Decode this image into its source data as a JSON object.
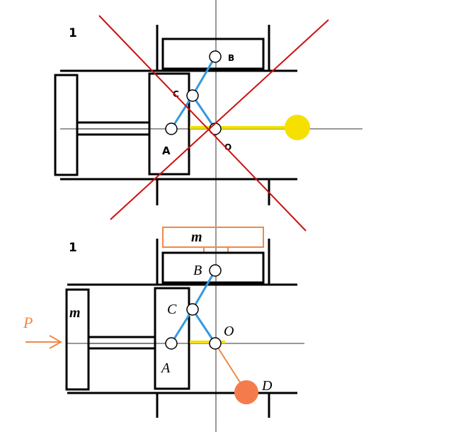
{
  "colors": {
    "structure": "#000000",
    "link": "#3399dd",
    "yellow_arm": "#f0e000",
    "yellow_ball": "#f5e000",
    "cross": "#cc1111",
    "accent": "#f08848",
    "ball_d": "#f47c4c",
    "axis": "#333333"
  },
  "top_figure": {
    "number": "1",
    "labels": {
      "b": "B",
      "c": "C",
      "a": "A",
      "o": "O"
    }
  },
  "bottom_figure": {
    "number": "1",
    "labels": {
      "b": "B",
      "c": "C",
      "a": "A",
      "o": "O",
      "d": "D",
      "p": "P",
      "m_top": "m",
      "m_left": "m"
    }
  }
}
